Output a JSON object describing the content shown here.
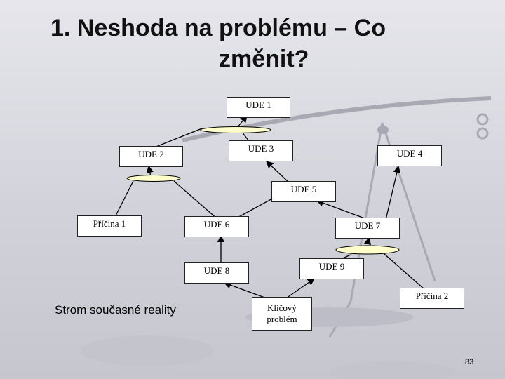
{
  "slide": {
    "title_line1": "1.  Neshoda na problému – Co",
    "title_line2": "změnit?",
    "tree_label": "Strom současné reality",
    "page_number": "83"
  },
  "nodes": {
    "ude1": "UDE 1",
    "ude2": "UDE 2",
    "ude3": "UDE 3",
    "ude4": "UDE 4",
    "ude5": "UDE 5",
    "ude6": "UDE 6",
    "ude7": "UDE 7",
    "ude8": "UDE 8",
    "ude9": "UDE 9",
    "pricina1": "Příčina 1",
    "pricina2": "Příčina 2",
    "klicovy1": "Klíčový",
    "klicovy2": "problém"
  },
  "colors": {
    "ellipse_fill": "#ffffcc",
    "box_fill": "#ffffff",
    "background": "#d8d8e0"
  }
}
